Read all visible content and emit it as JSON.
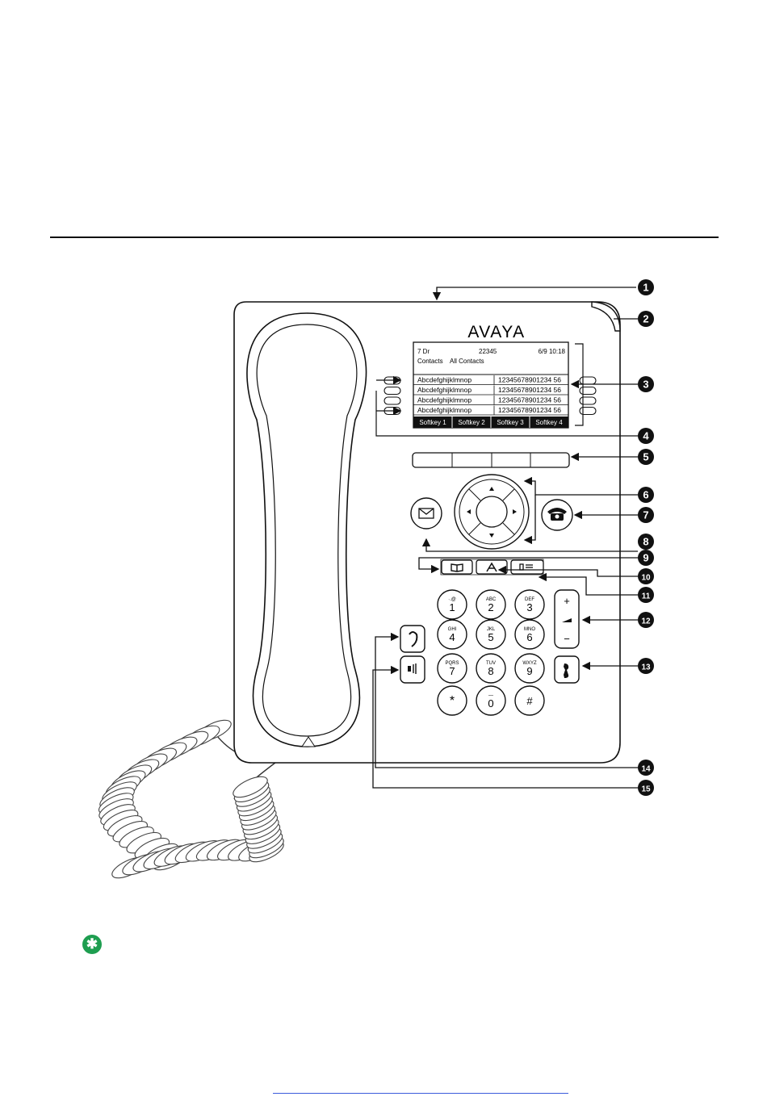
{
  "brand": "AVAYA",
  "screen": {
    "top_left": "7 Dr",
    "top_center": "22345",
    "top_right": "6/9 10:18",
    "tabs": [
      "Contacts",
      "All Contacts"
    ],
    "rows": [
      {
        "name": "Abcdefghijklmnop",
        "number": "12345678901234 56"
      },
      {
        "name": "Abcdefghijklmnop",
        "number": "12345678901234 56"
      },
      {
        "name": "Abcdefghijklmnop",
        "number": "12345678901234 56"
      },
      {
        "name": "Abcdefghijklmnop",
        "number": "12345678901234 56"
      }
    ],
    "softkeys": [
      "Softkey 1",
      "Softkey 2",
      "Softkey 3",
      "Softkey 4"
    ]
  },
  "keypad": [
    {
      "digit": "1",
      "letters": "·.@"
    },
    {
      "digit": "2",
      "letters": "ABC"
    },
    {
      "digit": "3",
      "letters": "DEF"
    },
    {
      "digit": "4",
      "letters": "GHI"
    },
    {
      "digit": "5",
      "letters": "JKL"
    },
    {
      "digit": "6",
      "letters": "MNO"
    },
    {
      "digit": "7",
      "letters": "PQRS"
    },
    {
      "digit": "8",
      "letters": "TUV"
    },
    {
      "digit": "9",
      "letters": "WXYZ"
    },
    {
      "digit": "*",
      "letters": ""
    },
    {
      "digit": "0",
      "letters": "—"
    },
    {
      "digit": "#",
      "letters": ""
    }
  ],
  "volume": {
    "plus": "+",
    "minus": "−"
  },
  "callouts": [
    "1",
    "2",
    "3",
    "4",
    "5",
    "6",
    "7",
    "8",
    "9",
    "10",
    "11",
    "12",
    "13",
    "14",
    "15"
  ],
  "note_icon": "asterisk-note-icon",
  "colors": {
    "note_green": "#1e9e50",
    "link_blue": "#3b5bdb",
    "line": "#111111"
  }
}
